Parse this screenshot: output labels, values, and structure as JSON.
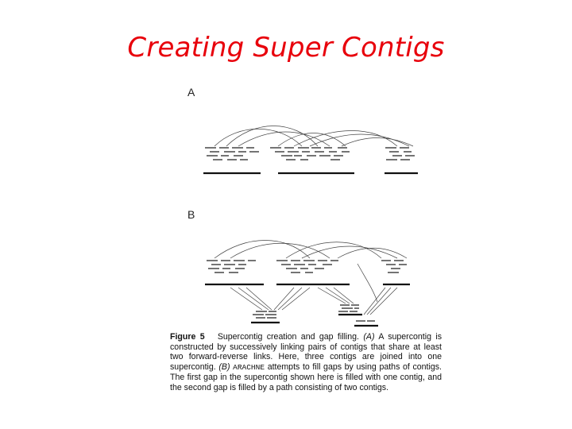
{
  "slide": {
    "title": "Creating Super Contigs"
  },
  "figure": {
    "panel_a_label": "A",
    "panel_b_label": "B",
    "caption": {
      "label": "Figure 5",
      "title": "Supercontig creation and gap filling.",
      "a_marker": "(A)",
      "a_text": "A supercontig is constructed by successively linking pairs of contigs that share at least two forward-reverse links. Here, three contigs are joined into one supercontig.",
      "b_marker": "(B)",
      "program": "ARACHNE",
      "b_text": "attempts to fill gaps by using paths of contigs. The first gap in the supercontig shown here is filled with one contig, and the second gap is filled by a path consisting of two contigs."
    }
  }
}
